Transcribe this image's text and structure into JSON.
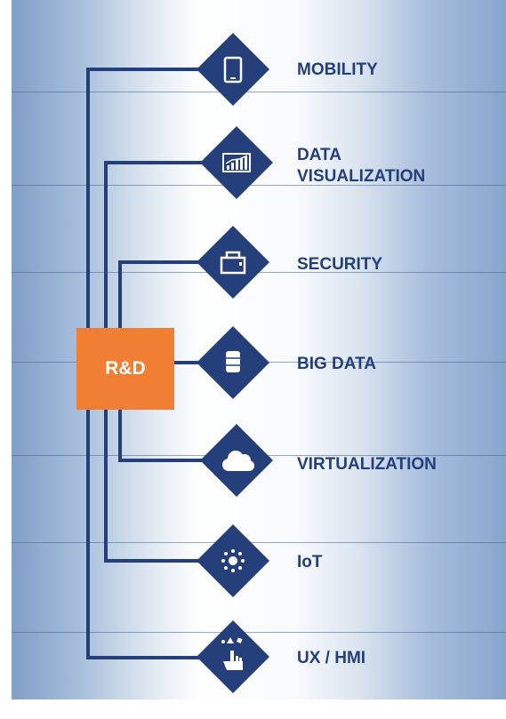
{
  "center": {
    "label": "R&D"
  },
  "items": [
    {
      "label": "MOBILITY",
      "icon": "mobile-phone-icon"
    },
    {
      "label": "DATA\nVISUALIZATION",
      "icon": "bar-chart-icon"
    },
    {
      "label": "SECURITY",
      "icon": "briefcase-icon"
    },
    {
      "label": "BIG DATA",
      "icon": "database-icon"
    },
    {
      "label": "VIRTUALIZATION",
      "icon": "cloud-icon"
    },
    {
      "label": "IoT",
      "icon": "connected-dots-icon"
    },
    {
      "label": "UX / HMI",
      "icon": "hand-pointer-icon"
    }
  ],
  "colors": {
    "diamond": "#243f7a",
    "connector": "#243f7a",
    "label": "#243f7a",
    "center_box": "#f07f33",
    "center_text": "#ffffff",
    "background_edge": "#87a6cd"
  }
}
